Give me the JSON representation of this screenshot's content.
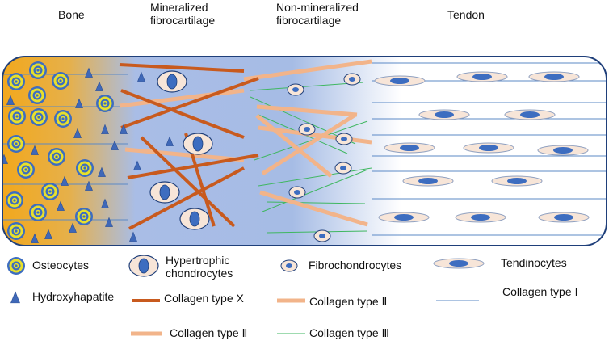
{
  "headers": {
    "bone": "Bone",
    "mineralized": "Mineralized\nfibrocartilage",
    "non_mineralized": "Non-mineralized\nfibrocartilage",
    "tendon": "Tendon"
  },
  "legend": {
    "osteocytes": "Osteocytes",
    "hypertrophic": "Hypertrophic\nchondrocytes",
    "fibrochondrocytes": "Fibrochondrocytes",
    "tendinocytes": "Tendinocytes",
    "hydroxyhapatite": "Hydroxyhapatite",
    "collagen_x": "Collagen type X",
    "collagen_ii_a": "Collagen type  Ⅱ",
    "collagen_i": "Collagen type  Ⅰ",
    "collagen_ii_b": "Collagen type  Ⅱ",
    "collagen_iii": "Collagen type  Ⅲ"
  },
  "colors": {
    "bone_fill": "#f2a81d",
    "fibro_fill": "#a9bde6",
    "tendon_fill": "#ffffff",
    "border": "#1f3f7a",
    "triangle": "#3f68b8",
    "collagen_x": "#c85a1e",
    "collagen_ii": "#f2b48a",
    "collagen_i": "#5b89c6",
    "collagen_iii": "#3fb760",
    "cell_body": "#f7e5d8",
    "nucleus": "#3d6dc0",
    "osteo_ring": "#e7e02c"
  },
  "icons": [
    "osteocyte-icon",
    "hypertrophic-chondrocyte-icon",
    "fibrochondrocyte-icon",
    "tendinocyte-icon",
    "hydroxyapatite-icon"
  ]
}
